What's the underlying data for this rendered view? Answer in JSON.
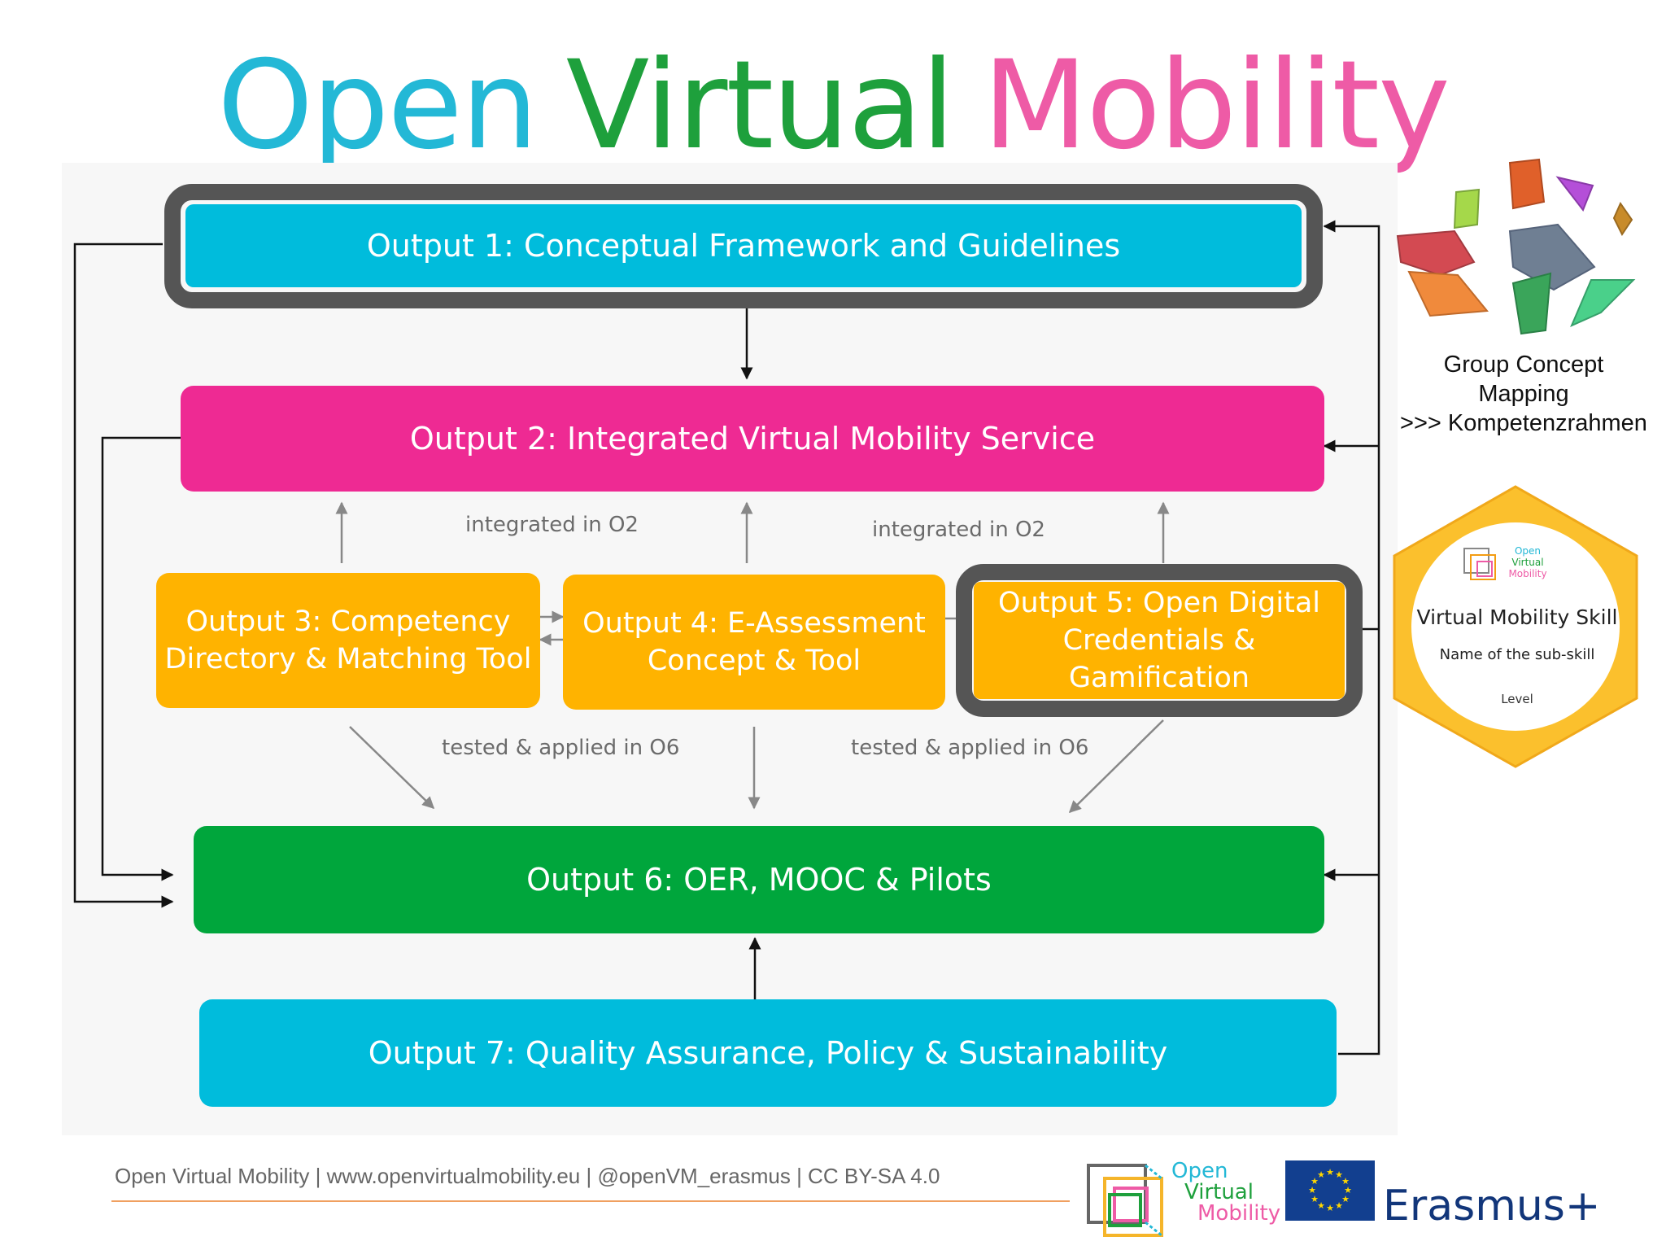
{
  "title": {
    "word1": "Open",
    "word2": "Virtual",
    "word3": "Mobility",
    "colors": {
      "word1": "#23b8d6",
      "word2": "#1ea03c",
      "word3": "#ee5ba6"
    }
  },
  "outputs": {
    "o1": "Output 1: Conceptual Framework and Guidelines",
    "o2": "Output 2: Integrated Virtual Mobility Service",
    "o3_line1": "Output 3: Competency",
    "o3_line2": "Directory & Matching Tool",
    "o4_line1": "Output 4: E-Assessment",
    "o4_line2": "Concept & Tool",
    "o5_line1": "Output 5: Open Digital",
    "o5_line2": "Credentials & Gamification",
    "o6": "Output 6: OER, MOOC & Pilots",
    "o7": "Output 7: Quality Assurance, Policy & Sustainability"
  },
  "notes": {
    "integrated_left": "integrated in O2",
    "integrated_right": "integrated in O2",
    "tested_left": "tested & applied in O6",
    "tested_right": "tested & applied in O6"
  },
  "colors": {
    "cyan": "#00bcdc",
    "magenta": "#ee2a93",
    "orange": "#ffb300",
    "green": "#00a63c",
    "frame": "#555555"
  },
  "side": {
    "gcm_line1": "Group Concept Mapping",
    "gcm_line2": ">>> Kompetenzrahmen",
    "badge_logo_line1": "Open",
    "badge_logo_line2": "Virtual",
    "badge_logo_line3": "Mobility",
    "badge_title": "Virtual Mobility Skill",
    "badge_sub": "Name of the sub-skill",
    "badge_level": "Level"
  },
  "footer": {
    "text": "Open Virtual Mobility | www.openvirtualmobility.eu | @openVM_erasmus | CC BY-SA 4.0",
    "logo_line1": "Open",
    "logo_line2": "Virtual",
    "logo_line3": "Mobility",
    "erasmus": "Erasmus+"
  }
}
